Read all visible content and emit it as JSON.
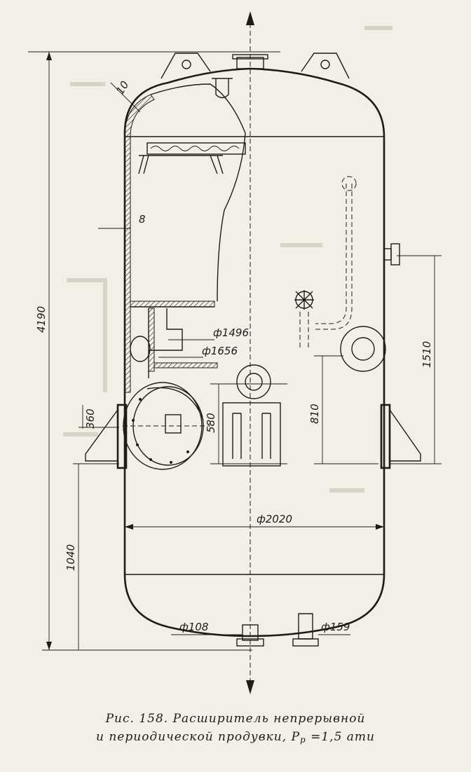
{
  "dimensions": {
    "height_total": "4190",
    "height_lower": "1040",
    "support_height": "360",
    "wall_thickness_top": "10",
    "wall_thickness_side": "8",
    "diameter_inner_upper": "ф1496",
    "diameter_inner_lower": "ф1656",
    "height_580": "580",
    "height_810": "810",
    "height_1510": "1510",
    "diameter_vessel": "ф2020",
    "diameter_drain_left": "ф108",
    "diameter_drain_right": "ф159"
  },
  "caption": {
    "line1": "Рис. 158. Расширитель непрерывной",
    "line2_prefix": "и периодической продувки, ",
    "pressure_symbol": "P",
    "pressure_subscript": "р",
    "pressure_value": " =1,5 ати"
  }
}
